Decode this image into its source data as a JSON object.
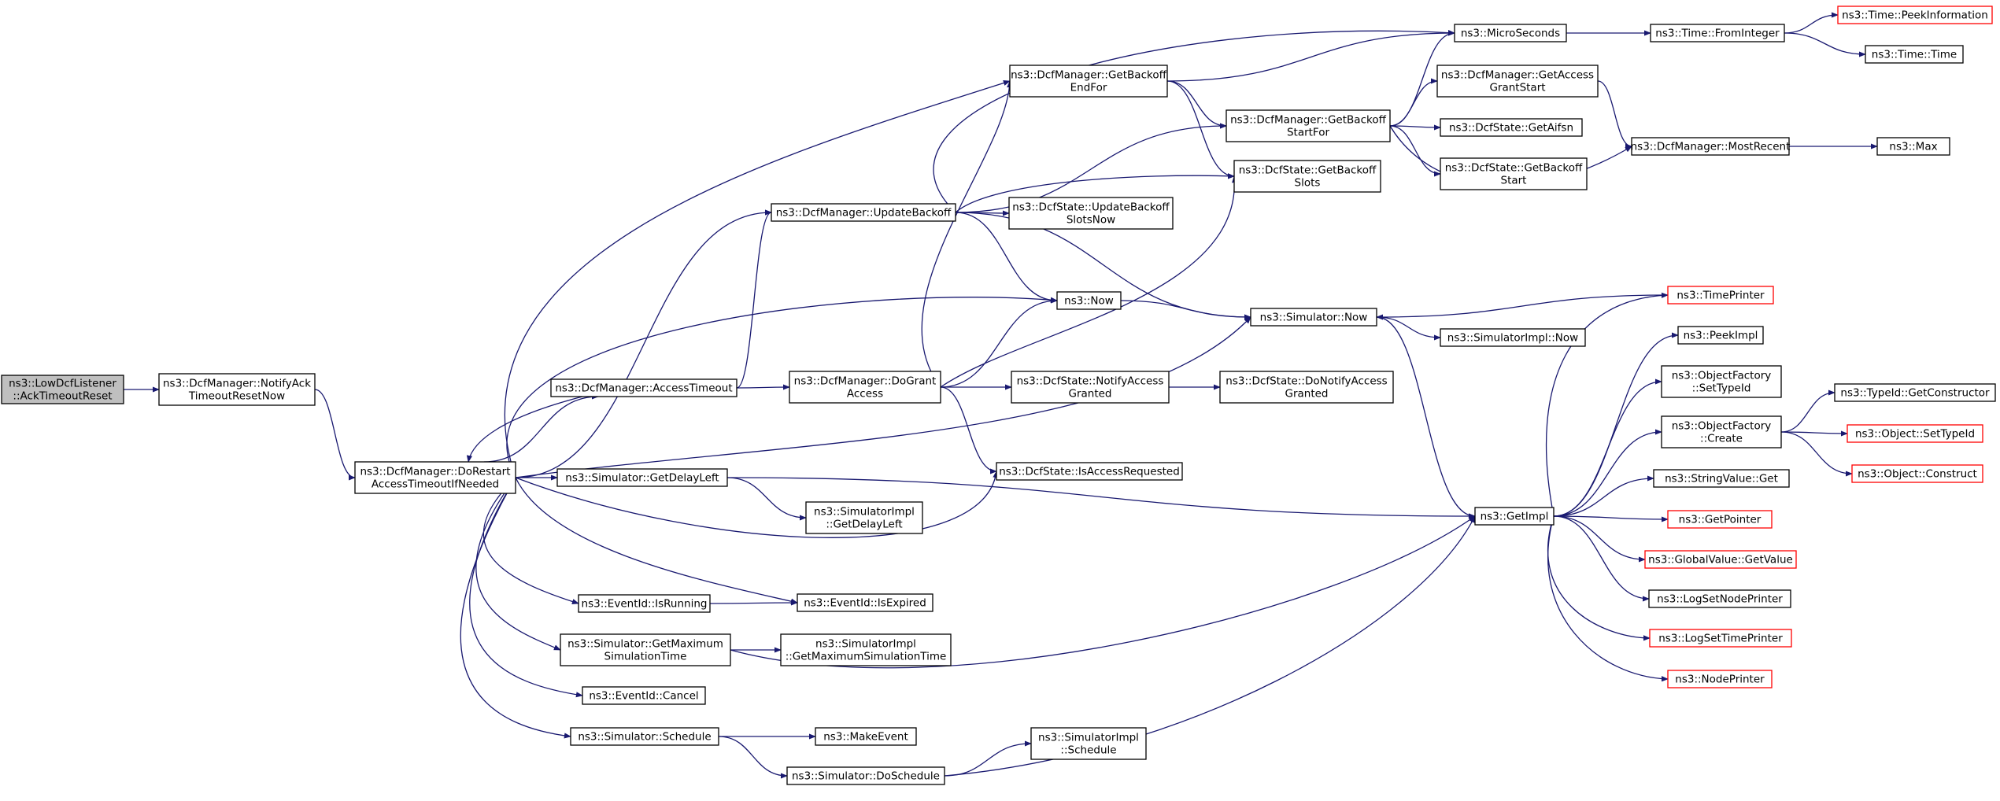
{
  "colors": {
    "edge": "#191970",
    "node_border": "#000000",
    "truncated_border": "#ff0000",
    "root_fill": "#bfbfbf"
  },
  "nodes": {
    "n0": {
      "lines": [
        "ns3::LowDcfListener",
        "::AckTimeoutReset"
      ],
      "style": "root"
    },
    "n1": {
      "lines": [
        "ns3::DcfManager::NotifyAck",
        "TimeoutResetNow"
      ]
    },
    "n2": {
      "lines": [
        "ns3::DcfManager::DoRestart",
        "AccessTimeoutIfNeeded"
      ]
    },
    "n3": {
      "lines": [
        "ns3::DcfManager::AccessTimeout"
      ]
    },
    "n4": {
      "lines": [
        "ns3::DcfManager::UpdateBackoff"
      ]
    },
    "n5": {
      "lines": [
        "ns3::DcfManager::DoGrant",
        "Access"
      ]
    },
    "n6": {
      "lines": [
        "ns3::Now"
      ]
    },
    "n7": {
      "lines": [
        "ns3::Simulator::GetDelayLeft"
      ]
    },
    "n8": {
      "lines": [
        "ns3::EventId::IsRunning"
      ]
    },
    "n9": {
      "lines": [
        "ns3::Simulator::GetMaximum",
        "SimulationTime"
      ]
    },
    "n10": {
      "lines": [
        "ns3::EventId::Cancel"
      ]
    },
    "n11": {
      "lines": [
        "ns3::Simulator::Schedule"
      ]
    },
    "n12": {
      "lines": [
        "ns3::DcfManager::GetBackoff",
        "EndFor"
      ]
    },
    "n13": {
      "lines": [
        "ns3::DcfState::UpdateBackoff",
        "SlotsNow"
      ]
    },
    "n14": {
      "lines": [
        "ns3::DcfState::NotifyAccess",
        "Granted"
      ]
    },
    "n15": {
      "lines": [
        "ns3::DcfState::IsAccessRequested"
      ]
    },
    "n16": {
      "lines": [
        "ns3::SimulatorImpl",
        "::GetDelayLeft"
      ]
    },
    "n17": {
      "lines": [
        "ns3::EventId::IsExpired"
      ]
    },
    "n18": {
      "lines": [
        "ns3::SimulatorImpl",
        "::GetMaximumSimulationTime"
      ]
    },
    "n19": {
      "lines": [
        "ns3::MakeEvent"
      ]
    },
    "n20": {
      "lines": [
        "ns3::Simulator::DoSchedule"
      ]
    },
    "n21": {
      "lines": [
        "ns3::DcfManager::GetBackoff",
        "StartFor"
      ]
    },
    "n22": {
      "lines": [
        "ns3::DcfState::GetBackoff",
        "Slots"
      ]
    },
    "n23": {
      "lines": [
        "ns3::Simulator::Now"
      ]
    },
    "n24": {
      "lines": [
        "ns3::DcfState::DoNotifyAccess",
        "Granted"
      ]
    },
    "n25": {
      "lines": [
        "ns3::SimulatorImpl",
        "::Schedule"
      ]
    },
    "n26": {
      "lines": [
        "ns3::MicroSeconds"
      ]
    },
    "n27": {
      "lines": [
        "ns3::DcfManager::GetAccess",
        "GrantStart"
      ]
    },
    "n28": {
      "lines": [
        "ns3::DcfState::GetAifsn"
      ]
    },
    "n29": {
      "lines": [
        "ns3::DcfState::GetBackoff",
        "Start"
      ]
    },
    "n30": {
      "lines": [
        "ns3::SimulatorImpl::Now"
      ]
    },
    "n31": {
      "lines": [
        "ns3::GetImpl"
      ]
    },
    "n32": {
      "lines": [
        "ns3::Time::FromInteger"
      ]
    },
    "n33": {
      "lines": [
        "ns3::DcfManager::MostRecent"
      ]
    },
    "n34": {
      "lines": [
        "ns3::TimePrinter"
      ],
      "style": "red"
    },
    "n35": {
      "lines": [
        "ns3::PeekImpl"
      ]
    },
    "n36": {
      "lines": [
        "ns3::ObjectFactory",
        "::SetTypeId"
      ]
    },
    "n37": {
      "lines": [
        "ns3::ObjectFactory",
        "::Create"
      ]
    },
    "n38": {
      "lines": [
        "ns3::StringValue::Get"
      ]
    },
    "n39": {
      "lines": [
        "ns3::GetPointer"
      ],
      "style": "red"
    },
    "n40": {
      "lines": [
        "ns3::GlobalValue::GetValue"
      ],
      "style": "red"
    },
    "n41": {
      "lines": [
        "ns3::LogSetNodePrinter"
      ]
    },
    "n42": {
      "lines": [
        "ns3::LogSetTimePrinter"
      ],
      "style": "red"
    },
    "n43": {
      "lines": [
        "ns3::NodePrinter"
      ],
      "style": "red"
    },
    "n44": {
      "lines": [
        "ns3::Time::PeekInformation"
      ],
      "style": "red"
    },
    "n45": {
      "lines": [
        "ns3::Time::Time"
      ]
    },
    "n46": {
      "lines": [
        "ns3::Max"
      ]
    },
    "n47": {
      "lines": [
        "ns3::TypeId::GetConstructor"
      ]
    },
    "n48": {
      "lines": [
        "ns3::Object::SetTypeId"
      ],
      "style": "red"
    },
    "n49": {
      "lines": [
        "ns3::Object::Construct"
      ],
      "style": "red"
    }
  },
  "edges": [
    [
      "n0",
      "n1"
    ],
    [
      "n1",
      "n2"
    ],
    [
      "n2",
      "n3"
    ],
    [
      "n2",
      "n4"
    ],
    [
      "n2",
      "n6"
    ],
    [
      "n2",
      "n7"
    ],
    [
      "n2",
      "n8"
    ],
    [
      "n2",
      "n9"
    ],
    [
      "n2",
      "n10"
    ],
    [
      "n2",
      "n11"
    ],
    [
      "n2",
      "n12"
    ],
    [
      "n2",
      "n15"
    ],
    [
      "n2",
      "n17"
    ],
    [
      "n2",
      "n23"
    ],
    [
      "n3",
      "n2"
    ],
    [
      "n3",
      "n4"
    ],
    [
      "n3",
      "n5"
    ],
    [
      "n4",
      "n6"
    ],
    [
      "n4",
      "n13"
    ],
    [
      "n4",
      "n21"
    ],
    [
      "n4",
      "n22"
    ],
    [
      "n4",
      "n23"
    ],
    [
      "n4",
      "n26"
    ],
    [
      "n5",
      "n6"
    ],
    [
      "n5",
      "n12"
    ],
    [
      "n5",
      "n14"
    ],
    [
      "n5",
      "n15"
    ],
    [
      "n5",
      "n22"
    ],
    [
      "n6",
      "n23"
    ],
    [
      "n7",
      "n16"
    ],
    [
      "n7",
      "n31"
    ],
    [
      "n8",
      "n17"
    ],
    [
      "n9",
      "n18"
    ],
    [
      "n9",
      "n31"
    ],
    [
      "n11",
      "n19"
    ],
    [
      "n11",
      "n20"
    ],
    [
      "n12",
      "n21"
    ],
    [
      "n12",
      "n22"
    ],
    [
      "n12",
      "n26"
    ],
    [
      "n14",
      "n24"
    ],
    [
      "n20",
      "n25"
    ],
    [
      "n20",
      "n31"
    ],
    [
      "n21",
      "n26"
    ],
    [
      "n21",
      "n27"
    ],
    [
      "n21",
      "n28"
    ],
    [
      "n21",
      "n29"
    ],
    [
      "n21",
      "n33"
    ],
    [
      "n23",
      "n30"
    ],
    [
      "n23",
      "n31"
    ],
    [
      "n26",
      "n32"
    ],
    [
      "n27",
      "n33"
    ],
    [
      "n31",
      "n34"
    ],
    [
      "n31",
      "n35"
    ],
    [
      "n31",
      "n36"
    ],
    [
      "n31",
      "n37"
    ],
    [
      "n31",
      "n38"
    ],
    [
      "n31",
      "n39"
    ],
    [
      "n31",
      "n40"
    ],
    [
      "n31",
      "n41"
    ],
    [
      "n31",
      "n42"
    ],
    [
      "n31",
      "n43"
    ],
    [
      "n32",
      "n44"
    ],
    [
      "n32",
      "n45"
    ],
    [
      "n33",
      "n46"
    ],
    [
      "n34",
      "n23"
    ],
    [
      "n37",
      "n47"
    ],
    [
      "n37",
      "n48"
    ],
    [
      "n37",
      "n49"
    ]
  ]
}
